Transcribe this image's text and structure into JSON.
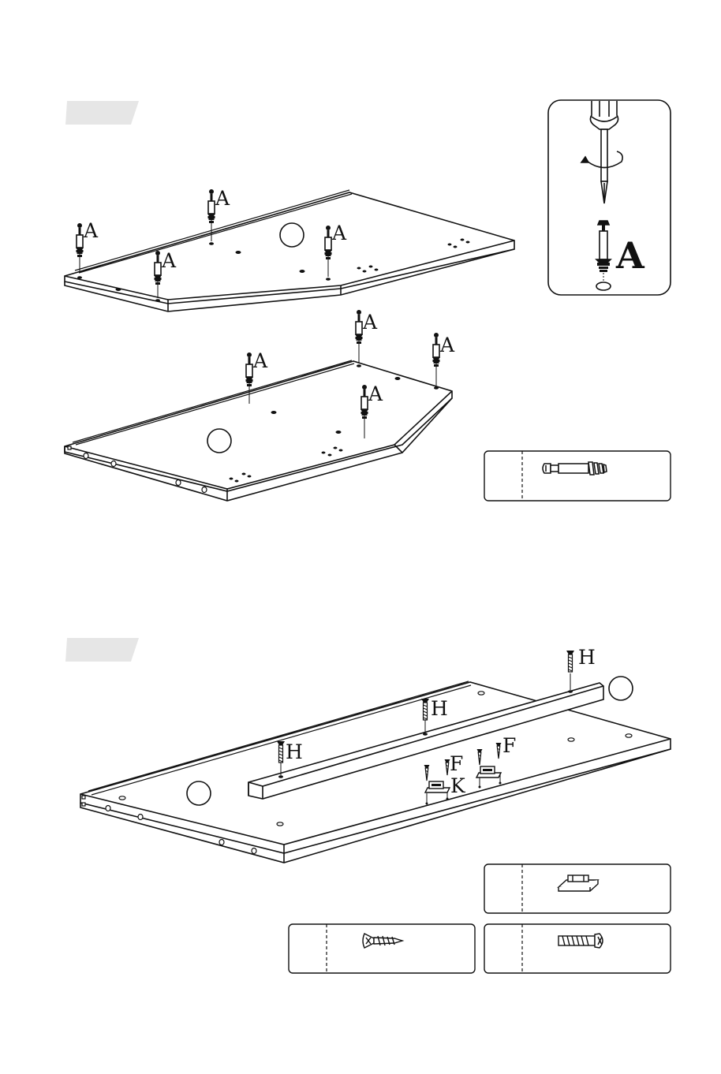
{
  "steps": [
    {
      "parts_boxes": [
        {
          "part": "cam-bolt",
          "qty": ""
        }
      ],
      "inset": {
        "tool": "screwdriver",
        "part_label": "A"
      },
      "hardware_labels": [
        "A",
        "A",
        "A",
        "A",
        "A",
        "A",
        "A",
        "A"
      ]
    },
    {
      "parts_boxes": [
        {
          "part": "connector-bracket",
          "qty": ""
        },
        {
          "part": "wood-screw",
          "qty": ""
        },
        {
          "part": "machine-screw",
          "qty": ""
        }
      ],
      "hardware_labels": [
        "H",
        "H",
        "H",
        "F",
        "F",
        "K"
      ]
    }
  ],
  "colors": {
    "line": "#111111",
    "header_tab": "#e6e6e6",
    "paper": "#ffffff"
  }
}
